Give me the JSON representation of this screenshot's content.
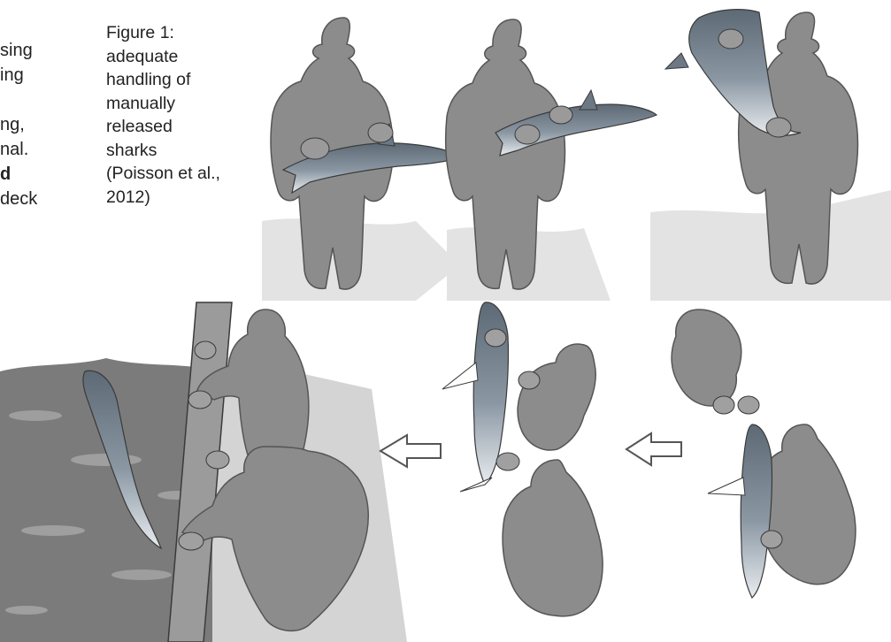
{
  "body_text": {
    "lines": [
      "sing",
      "ing",
      "",
      "ng,",
      "nal.",
      "d",
      "deck"
    ],
    "bold_line_index": 5
  },
  "figure": {
    "caption_lines": [
      "Figure 1:",
      "adequate",
      "handling of",
      "manually",
      "released",
      "sharks",
      "(Poisson et al.,",
      "2012)"
    ],
    "colors": {
      "silhouette": "#8a8a8a",
      "shadow": "#d9d9d9",
      "shark": "#6f7d8a",
      "shark_belly": "#e8ecef",
      "water": "#7a7a7a",
      "outline": "#3a3a3a"
    },
    "arrow_icons": [
      "arrow-left-icon",
      "arrow-left-icon"
    ]
  }
}
